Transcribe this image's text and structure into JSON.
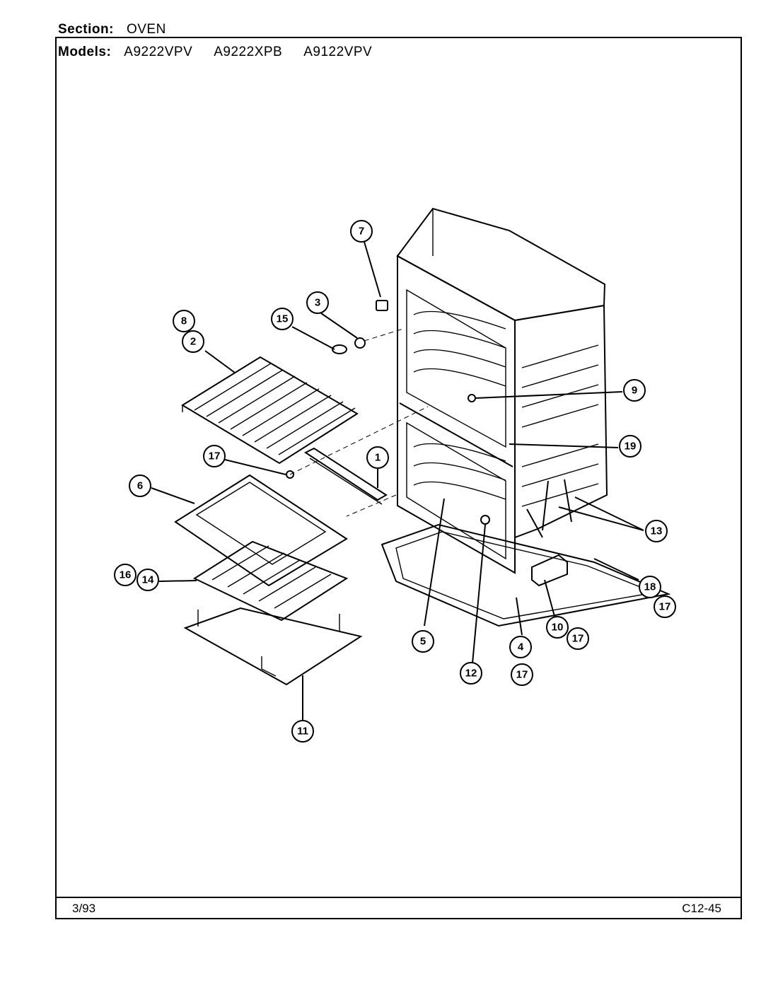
{
  "header": {
    "section_label": "Section:",
    "section_value": "OVEN",
    "models_label": "Models:",
    "models": [
      "A9222VPV",
      "A9222XPB",
      "A9122VPV"
    ]
  },
  "footer": {
    "date": "3/93",
    "code": "C12-45"
  },
  "callouts": [
    "7",
    "3",
    "15",
    "8",
    "2",
    "9",
    "19",
    "17",
    "1",
    "6",
    "13",
    "16",
    "14",
    "18",
    "17",
    "10",
    "17",
    "5",
    "12",
    "4",
    "17",
    "11"
  ]
}
